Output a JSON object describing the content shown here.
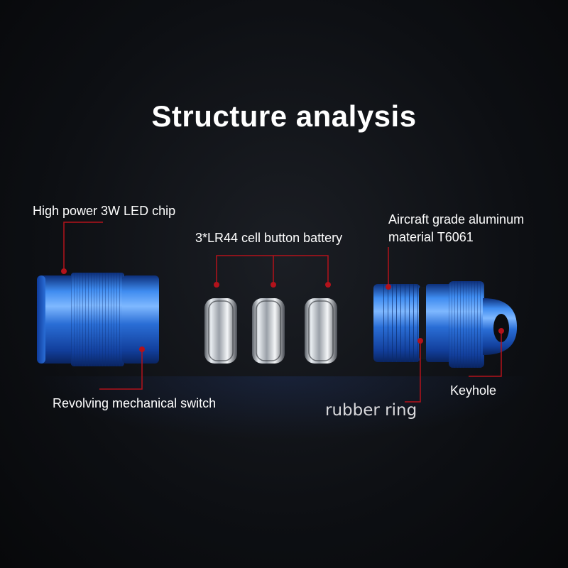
{
  "title": "Structure analysis",
  "labels": {
    "led": "High power 3W LED chip",
    "battery": "3*LR44 cell button battery",
    "aluminum_line1": "Aircraft grade aluminum",
    "aluminum_line2": "material T6061",
    "switch": "Revolving mechanical switch",
    "rubber": "rubber ring",
    "keyhole": "Keyhole"
  },
  "colors": {
    "accent_line": "#b3121b",
    "body_blue": "#2a74d8"
  }
}
